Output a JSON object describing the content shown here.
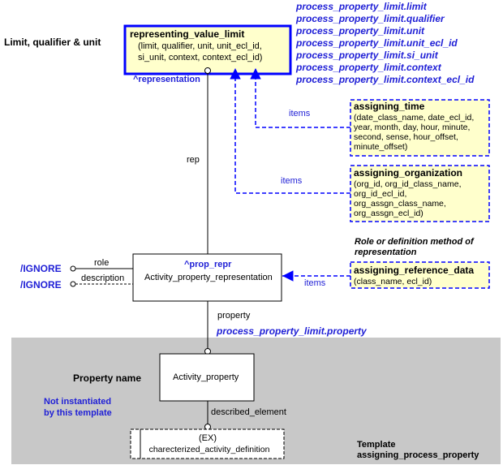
{
  "header": {
    "title": "Limit, qualifier & unit"
  },
  "main_entity": {
    "name": "representing_value_limit",
    "attrs": [
      "(limit, qualifier, unit, unit_ecl_id,",
      "si_unit, context, context_ecl_id)"
    ],
    "role_label": "^representation"
  },
  "top_params": [
    "process_property_limit.limit",
    "process_property_limit.qualifier",
    "process_property_limit.unit",
    "process_property_limit.unit_ecl_id",
    "process_property_limit.si_unit",
    "process_property_limit.context",
    "process_property_limit.context_ecl_id"
  ],
  "time_template": {
    "name": "assigning_time",
    "attrs": [
      "(date_class_name, date_ecl_id,",
      "year, month, day, hour, minute,",
      "second, sense, hour_offset,",
      "minute_offset)"
    ],
    "edge_label": "items"
  },
  "org_template": {
    "name": "assigning_organization",
    "attrs": [
      "(org_id, org_id_class_name,",
      "org_id_ecl_id,",
      "org_assgn_class_name,",
      "org_assgn_ecl_id)"
    ],
    "edge_label": "items"
  },
  "rep_label": "rep",
  "role_note": [
    "Role or definition method of",
    "representation"
  ],
  "ref_template": {
    "name": "assigning_reference_data",
    "attrs": [
      "(class_name, ecl_id)"
    ],
    "edge_label": "items"
  },
  "apr_entity": {
    "name": "Activity_property_representation",
    "role_label": "^prop_repr"
  },
  "left_attrs": {
    "role": "role",
    "description": "description",
    "ignore1": "/IGNORE",
    "ignore2": "/IGNORE"
  },
  "property_edge": {
    "label": "property",
    "param": "process_property_limit.property"
  },
  "property_section": {
    "name": "Property name",
    "not_instantiated": [
      "Not instantiated",
      "by this template"
    ],
    "entity": "Activity_property",
    "edge_label": "described_element",
    "ex_entity": [
      "(EX)",
      "charecterized_activity_definition"
    ],
    "template_caption": [
      "Template",
      "assigning_process_property"
    ]
  },
  "colors": {
    "blue_text": "#1f1fd6",
    "blue_line": "#0000ff",
    "template_fill": "#ffffcc",
    "gray_panel": "#c8c8c8"
  }
}
